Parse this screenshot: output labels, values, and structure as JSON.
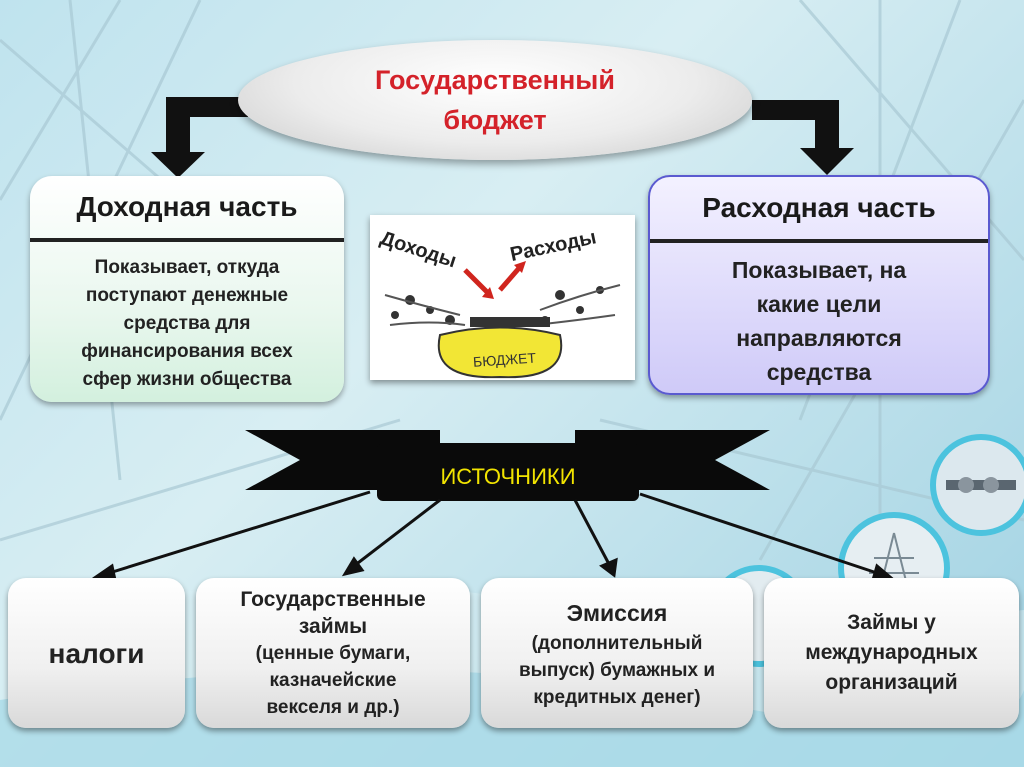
{
  "title": {
    "line1": "Государственный",
    "line2": "бюджет"
  },
  "income": {
    "title": "Доходная часть",
    "body": [
      "Показывает, откуда",
      "поступают денежные",
      "средства для",
      "финансирования всех",
      "сфер жизни общества"
    ]
  },
  "expense": {
    "title": "Расходная часть",
    "body": [
      "Показывает, на",
      "какие цели",
      "направляются",
      "средства"
    ]
  },
  "picture": {
    "income_word": "Доходы",
    "expense_word": "Расходы",
    "bag_word": "БЮДЖЕТ"
  },
  "sources_label": "ИСТОЧНИКИ",
  "sources": {
    "taxes": {
      "title": "налоги"
    },
    "loans": {
      "title": [
        "Государственные",
        "займы"
      ],
      "sub": [
        "(ценные бумаги,",
        "казначейские",
        "векселя и др.)"
      ]
    },
    "emission": {
      "title": "Эмиссия",
      "sub": [
        "(дополнительный",
        "выпуск) бумажных и",
        "кредитных денег)"
      ]
    },
    "intl": {
      "title": [
        "Займы у",
        "международных",
        "организаций"
      ]
    }
  },
  "colors": {
    "title": "#d4222a",
    "banner_text": "#f2e400",
    "banner_bg": "#0a0a0a",
    "accent": "#4cc3de"
  }
}
